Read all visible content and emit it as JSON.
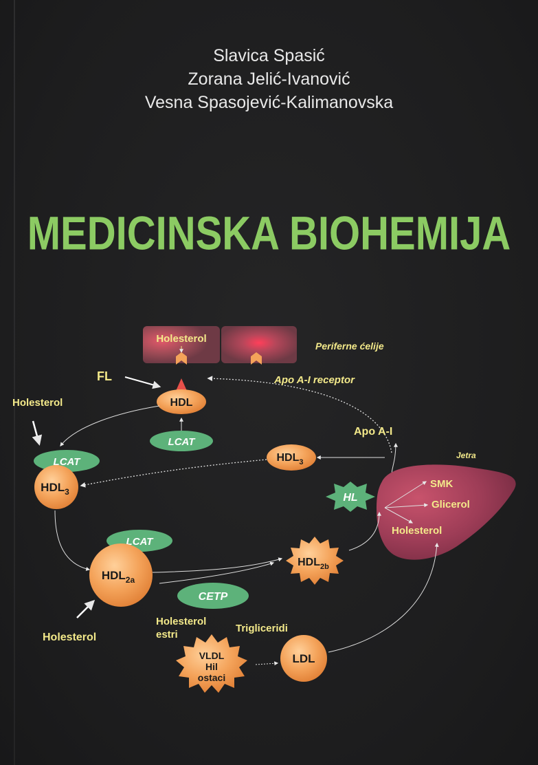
{
  "authors": [
    "Slavica Spasić",
    "Zorana Jelić-Ivanović",
    "Vesna Spasojević-Kalimanovska"
  ],
  "title": "MEDICINSKA BIOHEMIJA",
  "diagram": {
    "periferne_celije": "Periferne ćelije",
    "holesterol_cell": "Holesterol",
    "apo_receptor": "Apo A-I receptor",
    "fl": "FL",
    "hdl_top": "HDL",
    "lcat_top": "LCAT",
    "holesterol_left": "Holesterol",
    "lcat_left": "LCAT",
    "hdl3_left_main": "HDL",
    "hdl3_left_sub": "3",
    "hdl3_mid_main": "HDL",
    "hdl3_mid_sub": "3",
    "apo_a1": "Apo A-I",
    "hl": "HL",
    "jetra": "Jetra",
    "smk": "SMK",
    "glicerol": "Glicerol",
    "holesterol_liver": "Holesterol",
    "lcat_2a": "LCAT",
    "hdl2a_main": "HDL",
    "hdl2a_sub": "2a",
    "hdl2b_main": "HDL",
    "hdl2b_sub": "2b",
    "cetp": "CETP",
    "holesterol_bottom": "Holesterol",
    "holesterol_estri_1": "Holesterol",
    "holesterol_estri_2": "estri",
    "trigliceridi": "Trigliceridi",
    "vldl_1": "VLDL",
    "vldl_2": "Hil",
    "vldl_3": "ostaci",
    "ldl": "LDL"
  },
  "colors": {
    "background": "#1f1f20",
    "title_green": "#8ccb63",
    "orange_particle": "#f4a35a",
    "green_enzyme": "#5db27a",
    "liver": "#a3445e",
    "yellow_label": "#f3e98a",
    "cell": "#8e4a55"
  }
}
